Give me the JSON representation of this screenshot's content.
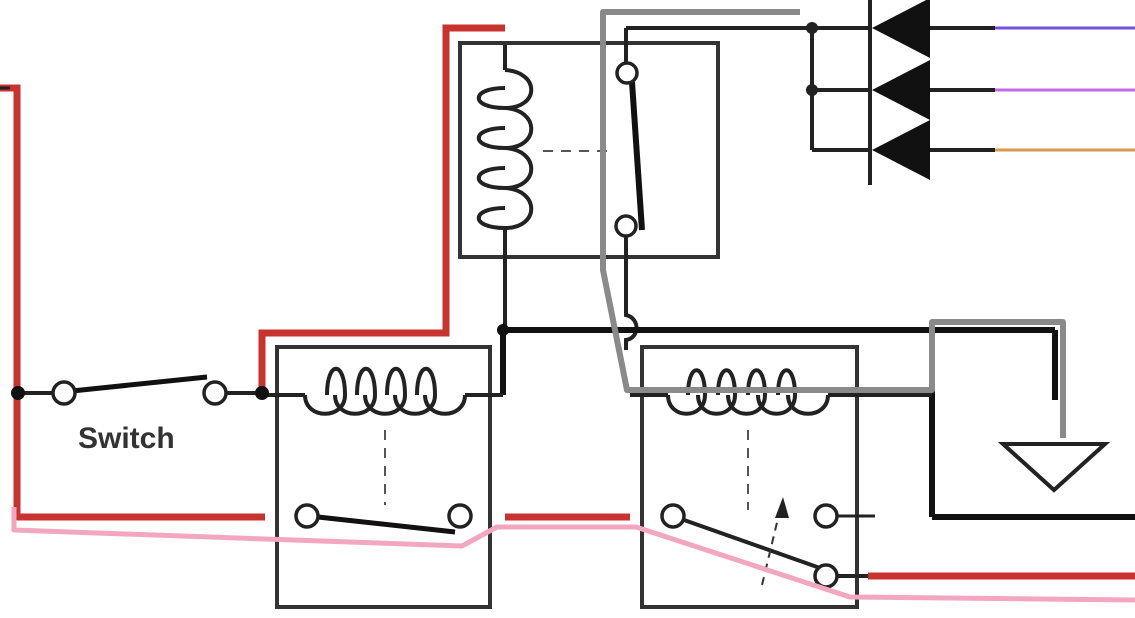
{
  "labels": {
    "switch": "Switch"
  },
  "wire_colors": {
    "red": "#c8322f",
    "pink": "#f2a6bf",
    "gray": "#8a8a8a",
    "black": "#151515",
    "purple": "#7a4fe0",
    "magenta": "#c46ae8",
    "orange": "#d99a4e"
  },
  "components": [
    "switch",
    "top-relay",
    "left-relay",
    "right-relay",
    "diode-stack",
    "ground"
  ]
}
